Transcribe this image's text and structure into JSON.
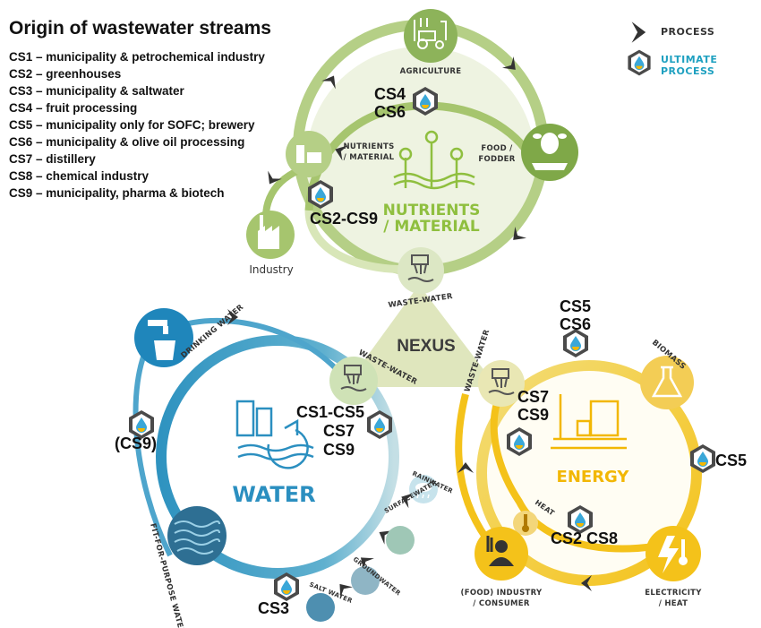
{
  "legend": {
    "title": "Origin of wastewater streams",
    "items": [
      "CS1 – municipality & petrochemical industry",
      "CS2 – greenhouses",
      "CS3 – municipality & saltwater",
      "CS4 – fruit processing",
      "CS5 – municipality only for SOFC; brewery",
      "CS6 – municipality & olive oil processing",
      "CS7 – distillery",
      "CS8 – chemical industry",
      "CS9 – municipality, pharma & biotech"
    ]
  },
  "key": {
    "process": "PROCESS",
    "ultimate_process_line1": "ULTIMATE",
    "ultimate_process_line2": "PROCESS"
  },
  "nexus": {
    "label": "NEXUS"
  },
  "nutrients": {
    "title_line1": "NUTRIENTS",
    "title_line2": "/ MATERIAL",
    "agriculture": "AGRICULTURE",
    "food_line1": "FOOD /",
    "food_line2": "FODDER",
    "nutrients_line1": "NUTRIENTS",
    "nutrients_line2": "/ MATERIAL",
    "industry": "Industry",
    "wastewater": "WASTE-WATER"
  },
  "water": {
    "title": "WATER",
    "drinking": "DRINKING WATER",
    "wastewater": "WASTE-WATER",
    "rainwater": "RAINWATER",
    "surfacewater": "SURFACEWATER",
    "groundwater": "GROUNDWATER",
    "saltwater": "SALT WATER",
    "fit_for_purpose": "FIT-FOR-PURPOSE WATER"
  },
  "energy": {
    "title": "ENERGY",
    "biomass": "BIOMASS",
    "wastewater": "WASTE-WATER",
    "heat": "HEAT",
    "electricity_line1": "ELECTRICITY",
    "electricity_line2": "/ HEAT",
    "industry_line1": "(FOOD) INDUSTRY",
    "industry_line2": "/ CONSUMER"
  },
  "case_labels": {
    "cs4": "CS4",
    "cs6_top": "CS6",
    "cs2_cs9": "CS2-CS9",
    "cs5_top": "CS5",
    "cs6_energy": "CS6",
    "cs7_energy": "CS7",
    "cs9_energy": "CS9",
    "cs1_cs5": "CS1-CS5",
    "cs7_water": "CS7",
    "cs9_water": "CS9",
    "cs9_paren": "(CS9)",
    "cs5_right": "CS5",
    "cs2_cs8": "CS2 CS8",
    "cs3": "CS3"
  },
  "colors": {
    "nutrients_green": "#a9c77a",
    "nutrients_dark": "#7fa848",
    "water_blue": "#3b9ac4",
    "water_light": "#b9dbe7",
    "energy_yellow": "#f4c21a",
    "energy_light": "#f6e392",
    "nexus_fill": "#dfe6bd",
    "arrow_dark": "#333333",
    "drop_blue": "#3aa7d8",
    "drop_yellow": "#f2b705",
    "key_teal": "#1ea0c0"
  },
  "icons": [
    "tractor-icon",
    "cow-icon",
    "silo-icon",
    "factory-icon",
    "pipe-icon",
    "tap-icon",
    "city-icon",
    "wave-icon",
    "cloud-icon",
    "flask-icon",
    "lightning-icon",
    "thermometer-icon",
    "worker-icon",
    "sprout-icon",
    "ultimate-process-icon",
    "process-arrow-icon"
  ]
}
